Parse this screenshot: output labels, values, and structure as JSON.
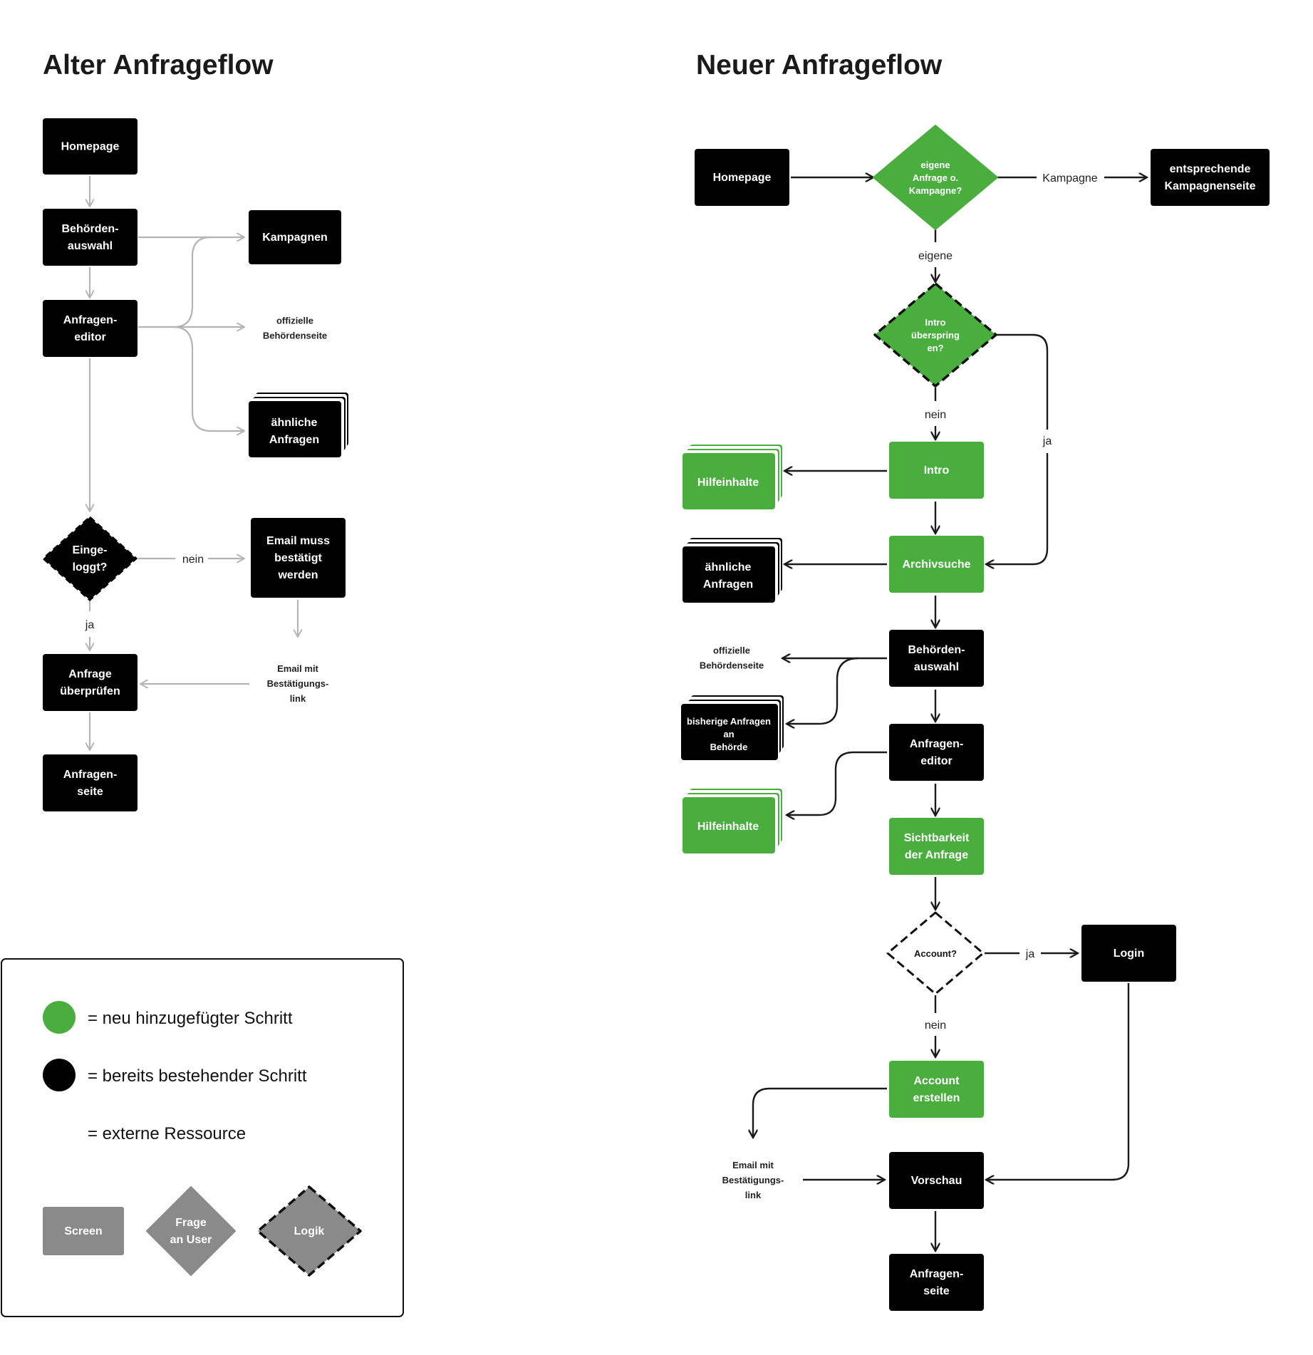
{
  "colors": {
    "green": "#4aae3f",
    "black": "#000000",
    "gray_legend": "#8a8a8a",
    "old_arrow": "#b3b3b3",
    "new_arrow": "#1a1a1a"
  },
  "old_flow": {
    "title": "Alter Anfrageflow",
    "homepage": [
      "Homepage"
    ],
    "behoerdenauswahl": [
      "Behörden-",
      "auswahl"
    ],
    "anfrageneditor": [
      "Anfragen-",
      "editor"
    ],
    "kampagnen": [
      "Kampagnen"
    ],
    "offizielle": [
      "offizielle",
      "Behördenseite"
    ],
    "aehnliche": [
      "ähnliche",
      "Anfragen"
    ],
    "eingeloggt": [
      "Einge-",
      "loggt?"
    ],
    "email_bestaetigt": [
      "Email muss",
      "bestätigt",
      "werden"
    ],
    "email_link": [
      "Email mit",
      "Bestätigungs-",
      "link"
    ],
    "anfrage_pruefen": [
      "Anfrage",
      "überprüfen"
    ],
    "anfragenseite": [
      "Anfragen-",
      "seite"
    ],
    "edge_nein": "nein",
    "edge_ja": "ja"
  },
  "new_flow": {
    "title": "Neuer Anfrageflow",
    "homepage": [
      "Homepage"
    ],
    "decision_eigene": [
      "eigene",
      "Anfrage o.",
      "Kampagne?"
    ],
    "kampagnenseite": [
      "entsprechende",
      "Kampagnenseite"
    ],
    "intro_decision": [
      "Intro",
      "überspring",
      "en?"
    ],
    "intro": [
      "Intro"
    ],
    "hilfeinhalte_1": [
      "Hilfeinhalte"
    ],
    "aehnliche": [
      "ähnliche",
      "Anfragen"
    ],
    "archivsuche": [
      "Archivsuche"
    ],
    "offizielle": [
      "offizielle",
      "Behördenseite"
    ],
    "bisherige": [
      "bisherige Anfragen",
      "an",
      "Behörde"
    ],
    "behoerdenauswahl": [
      "Behörden-",
      "auswahl"
    ],
    "anfrageneditor": [
      "Anfragen-",
      "editor"
    ],
    "hilfeinhalte_2": [
      "Hilfeinhalte"
    ],
    "sichtbarkeit": [
      "Sichtbarkeit",
      "der Anfrage"
    ],
    "account_decision": [
      "Account?"
    ],
    "login": [
      "Login"
    ],
    "account_erstellen": [
      "Account",
      "erstellen"
    ],
    "email_link": [
      "Email mit",
      "Bestätigungs-",
      "link"
    ],
    "vorschau": [
      "Vorschau"
    ],
    "anfragenseite": [
      "Anfragen-",
      "seite"
    ],
    "edge_kampagne": "Kampagne",
    "edge_eigene": "eigene",
    "edge_nein_1": "nein",
    "edge_ja_1": "ja",
    "edge_ja_2": "ja",
    "edge_nein_2": "nein"
  },
  "legend": {
    "neu": "= neu hinzugefügter Schritt",
    "bestehend": "= bereits bestehender Schritt",
    "extern": "= externe Ressource",
    "screen": [
      "Screen"
    ],
    "frage": [
      "Frage",
      "an User"
    ],
    "logik": [
      "Logik"
    ]
  }
}
